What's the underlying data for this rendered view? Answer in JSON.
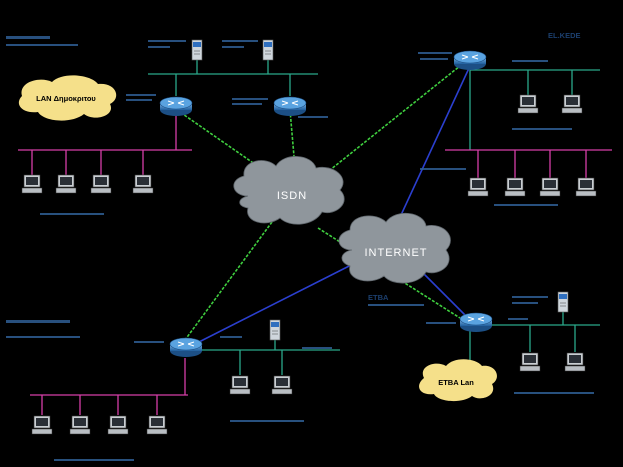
{
  "clouds": {
    "isdn": "ISDN",
    "internet": "INTERNET"
  },
  "lan_labels": {
    "lan_dimokritou": "LAN Δημοκριτου",
    "etba_lan": "ETBA Lan"
  },
  "site_labels": {
    "el_kede": "EL.KEDE",
    "etba": "ETBA"
  },
  "colors": {
    "background": "#000000",
    "isdn_link": "#3fcf3f",
    "internet_link": "#2b3fcf",
    "ethernet_teal": "#2aa88a",
    "ethernet_pink": "#d63fa8",
    "cloud": "#8f969c",
    "router": "#3a86c8",
    "lan_blob": "#f5e08a",
    "label_blue": "#3a6ea5"
  }
}
